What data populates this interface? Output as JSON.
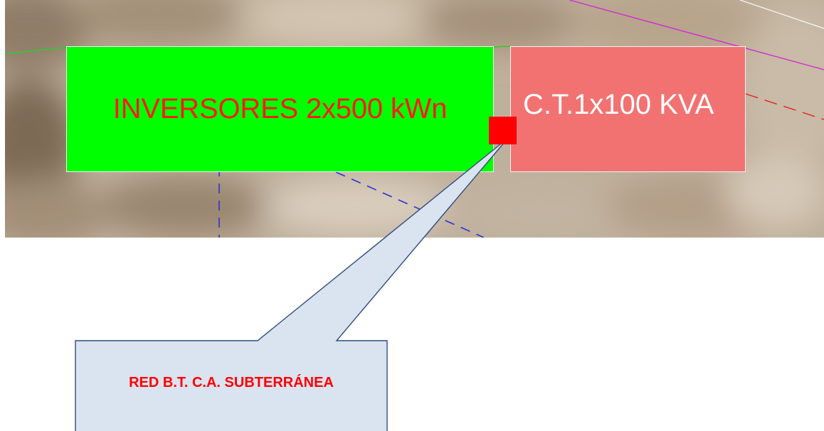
{
  "diagram": {
    "inverter_box": {
      "label": "INVERSORES  2x500 kWn",
      "fill_color": "#00ff00",
      "text_color": "#ff1a1a"
    },
    "ct_box": {
      "label": "C.T.1x100 KVA",
      "fill_color": "#f27272",
      "text_color": "#ffffff"
    },
    "marker": {
      "fill_color": "#ff0000"
    },
    "callout": {
      "text": "RED B.T. C.A.  SUBTERRÁNEA",
      "fill_color": "#dae3f0",
      "border_color": "#2f4d7c",
      "text_color": "#ff0000"
    },
    "lines": {
      "green_color": "#2ecc2e",
      "magenta_color": "#d42ad4",
      "red_dash_color": "#e82020",
      "blue_dash_color": "#2b33d6"
    }
  }
}
